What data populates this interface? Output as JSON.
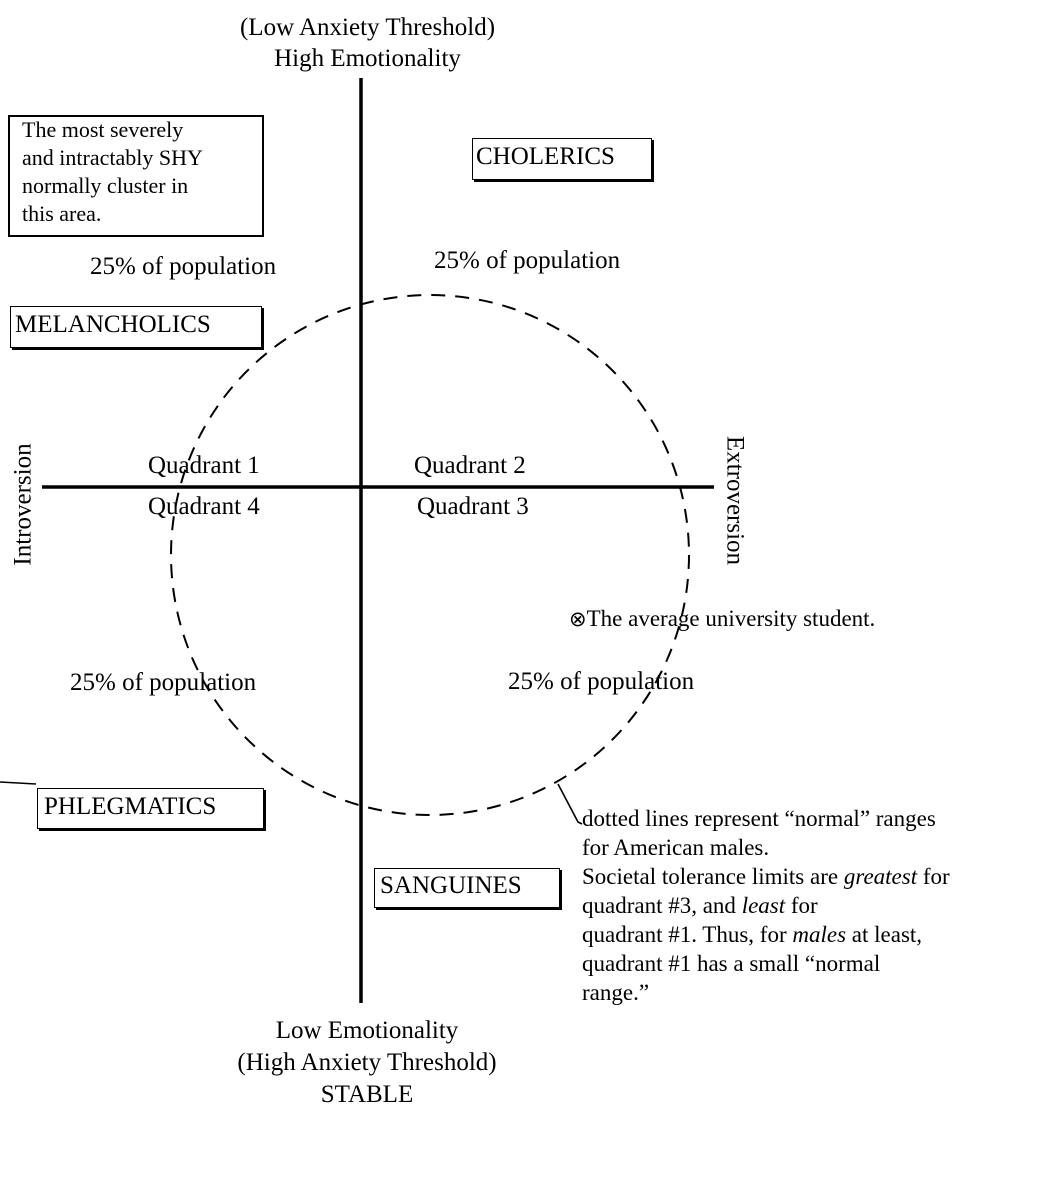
{
  "top_axis": {
    "line1": "(Low Anxiety Threshold)",
    "line2": "High Emotionality"
  },
  "bottom_axis": {
    "line1": "Low Emotionality",
    "line2": "(High Anxiety Threshold)",
    "line3": "STABLE"
  },
  "left_axis": "Introversion",
  "right_axis": "Extroversion",
  "shy_note": [
    "The most severely",
    "and intractably SHY",
    "normally cluster in",
    "this area."
  ],
  "types": {
    "cholerics": "CHOLERICS",
    "melancholics": "MELANCHOLICS",
    "phlegmatics": "PHLEGMATICS",
    "sanguines": "SANGUINES"
  },
  "population": {
    "q1": "25% of population",
    "q2": "25% of population",
    "q3": "25% of population",
    "q4": "25% of population"
  },
  "quadrants": {
    "q1": "Quadrant 1",
    "q2": "Quadrant 2",
    "q3": "Quadrant 3",
    "q4": "Quadrant 4"
  },
  "student_marker": "⊗",
  "student_label": "The average university student.",
  "range_note": {
    "l1": "dotted lines represent “normal” ranges",
    "l2": "for American males.",
    "l3a": "Societal tolerance limits are ",
    "l3b": "greatest",
    "l3c": " for",
    "l4a": "quadrant #3, and ",
    "l4b": "least",
    "l4c": " for",
    "l5a": "quadrant #1. Thus, for ",
    "l5b": "males",
    "l5c": " at least,",
    "l6": "quadrant #1 has a small “normal",
    "l7": "range.”"
  }
}
